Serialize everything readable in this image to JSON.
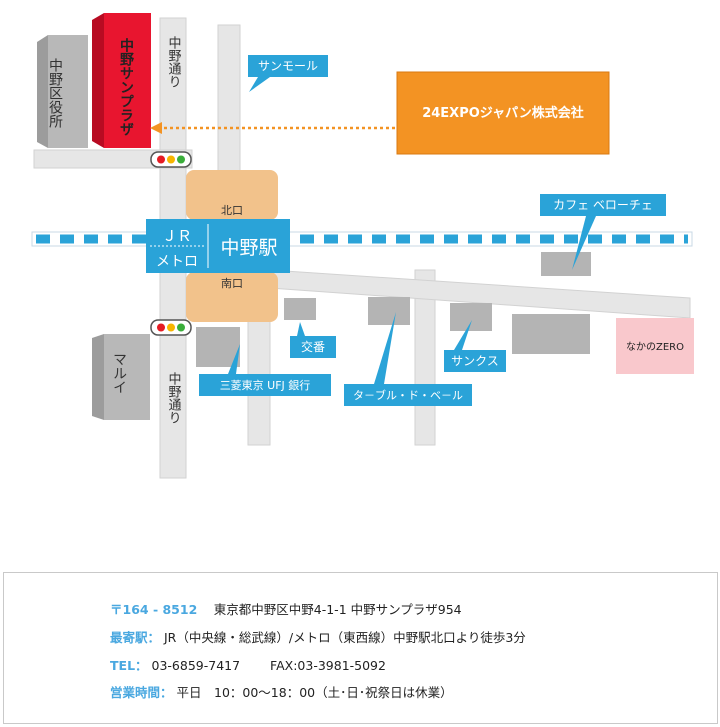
{
  "map": {
    "station": {
      "name": "中野駅",
      "line_top": "ＪＲ",
      "line_bottom": "メトロ",
      "north_exit": "北口",
      "south_exit": "南口"
    },
    "streets": {
      "nakano_dori_north": "中野通り",
      "nakano_dori_south": "中野通り"
    },
    "buildings": {
      "ward_office": "中野区役所",
      "sunplaza": "中野サンプラザ",
      "marui": "マルイ",
      "nakano_zero": "なかのZERO"
    },
    "callouts": {
      "sunmall": "サンモール",
      "company": "24EXPOジャパン株式会社",
      "cafe": "カフェ ベローチェ",
      "koban": "交番",
      "bank": "三菱東京 UFJ 銀行",
      "restaurant": "タ－ブル・ド・ベ－ル",
      "sunkus": "サンクス"
    },
    "colors": {
      "callout_blue": "#2aa3d8",
      "company_orange": "#f39323",
      "sunplaza_red": "#e8152f",
      "station_orange": "#f2c28b",
      "road_gray": "#e8e8e8",
      "building_gray": "#b4b4b4",
      "zero_pink": "#f9c8cc"
    }
  },
  "info": {
    "postal": {
      "key": "〒164 - 8512",
      "value": "東京都中野区中野4-1-1 中野サンプラザ954"
    },
    "station": {
      "key": "最寄駅：",
      "value": "JR（中央線・総武線）/メトロ（東西線）中野駅北口より徒歩3分"
    },
    "tel": {
      "key": "TEL：",
      "value": "03-6859-7417",
      "fax": "FAX:03-3981-5092"
    },
    "hours": {
      "key": "営業時間：",
      "value": "平日　10：00～18：00（土･日･祝祭日は休業）"
    }
  }
}
